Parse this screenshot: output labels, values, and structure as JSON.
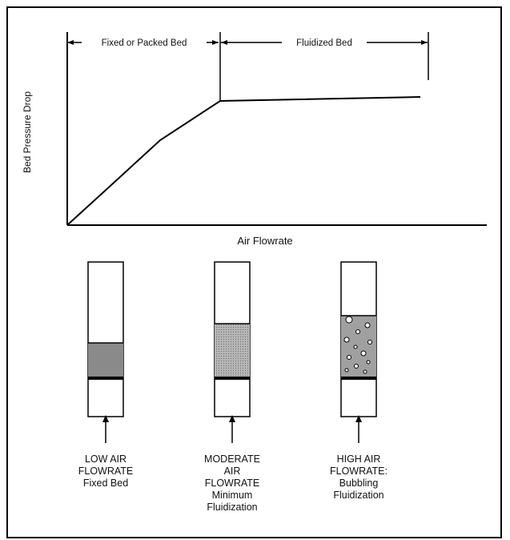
{
  "graph": {
    "x_axis_label": "Air Flowrate",
    "y_axis_label": "Bed Pressure Drop",
    "regions": [
      {
        "label": "Fixed or Packed Bed"
      },
      {
        "label": "Fluidized Bed"
      }
    ]
  },
  "columns": [
    {
      "lines": [
        "LOW AIR",
        "FLOWRATE",
        "Fixed Bed"
      ],
      "fill": "packed"
    },
    {
      "lines": [
        "MODERATE",
        "AIR",
        "FLOWRATE",
        "Minimum",
        "Fluidization"
      ],
      "fill": "expanded"
    },
    {
      "lines": [
        "HIGH AIR",
        "FLOWRATE:",
        "Bubbling",
        "Fluidization"
      ],
      "fill": "bubbling"
    }
  ],
  "colors": {
    "line": "#000000",
    "packed_bed": "#8a8a8a",
    "expanded_bed": "#a8a8a8",
    "bubbling_bed": "#9c9c9c"
  }
}
